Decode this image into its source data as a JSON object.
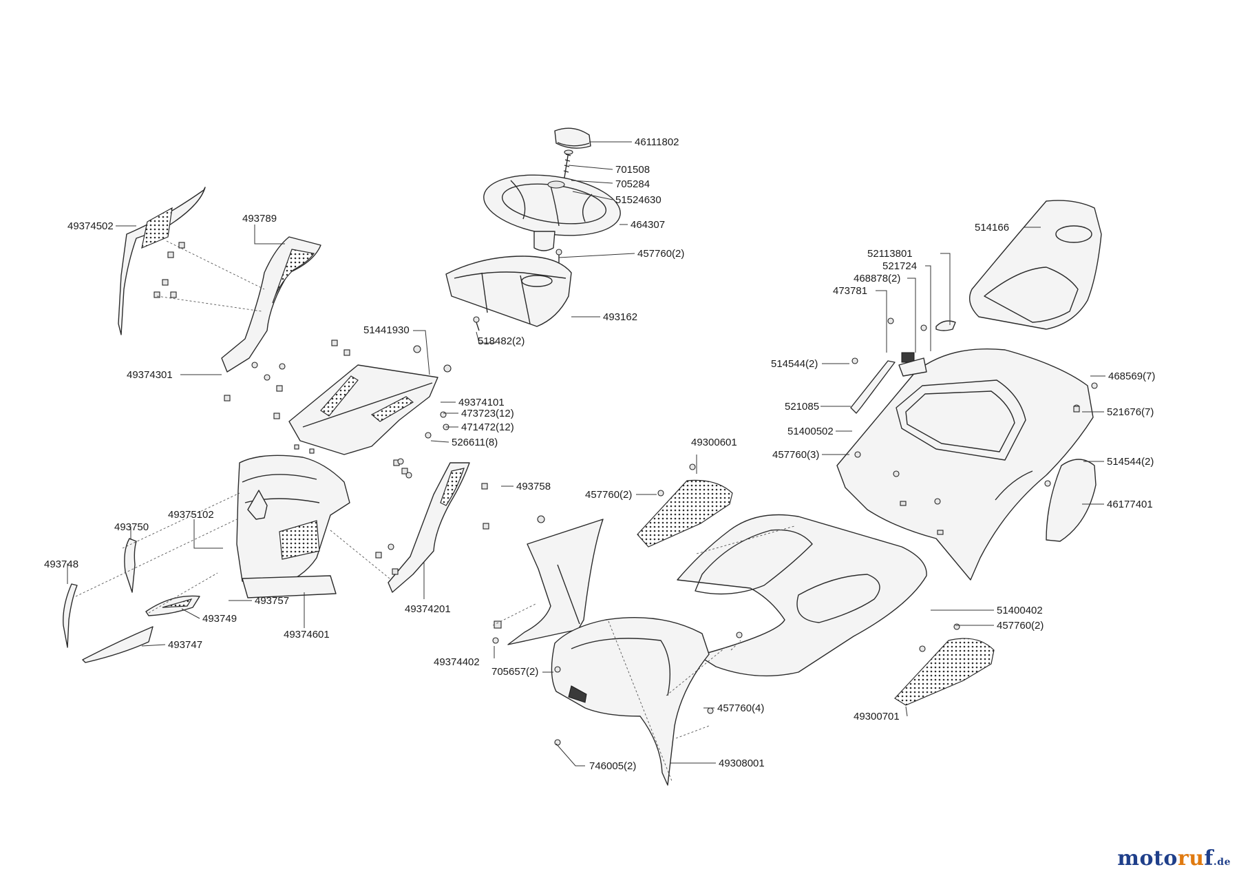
{
  "labels": [
    "46111802",
    "701508",
    "705284",
    "51524630",
    "464307",
    "457760(2)",
    "493162",
    "518482(2)",
    "49374502",
    "493789",
    "49374301",
    "51441930",
    "49374101",
    "473723(12)",
    "471472(12)",
    "526611(8)",
    "493758",
    "49375102",
    "493750",
    "493748",
    "493757",
    "493749",
    "493747",
    "49374601",
    "49374201",
    "49374402",
    "49300601",
    "457760(2)",
    "705657(2)",
    "457760(4)",
    "746005(2)",
    "49308001",
    "514166",
    "52113801",
    "521724",
    "468878(2)",
    "473781",
    "514544(2)",
    "521085",
    "51400502",
    "457760(3)",
    "468569(7)",
    "521676(7)",
    "514544(2)",
    "46177401",
    "51400402",
    "457760(2)",
    "49300701"
  ],
  "brand": {
    "main": "moto",
    "accent": "ru",
    "end": "f",
    "tld": ".de"
  },
  "colors": {
    "line": "#2a2a2a",
    "brand_blue": "#1f3f8a",
    "brand_orange": "#e07a10"
  }
}
